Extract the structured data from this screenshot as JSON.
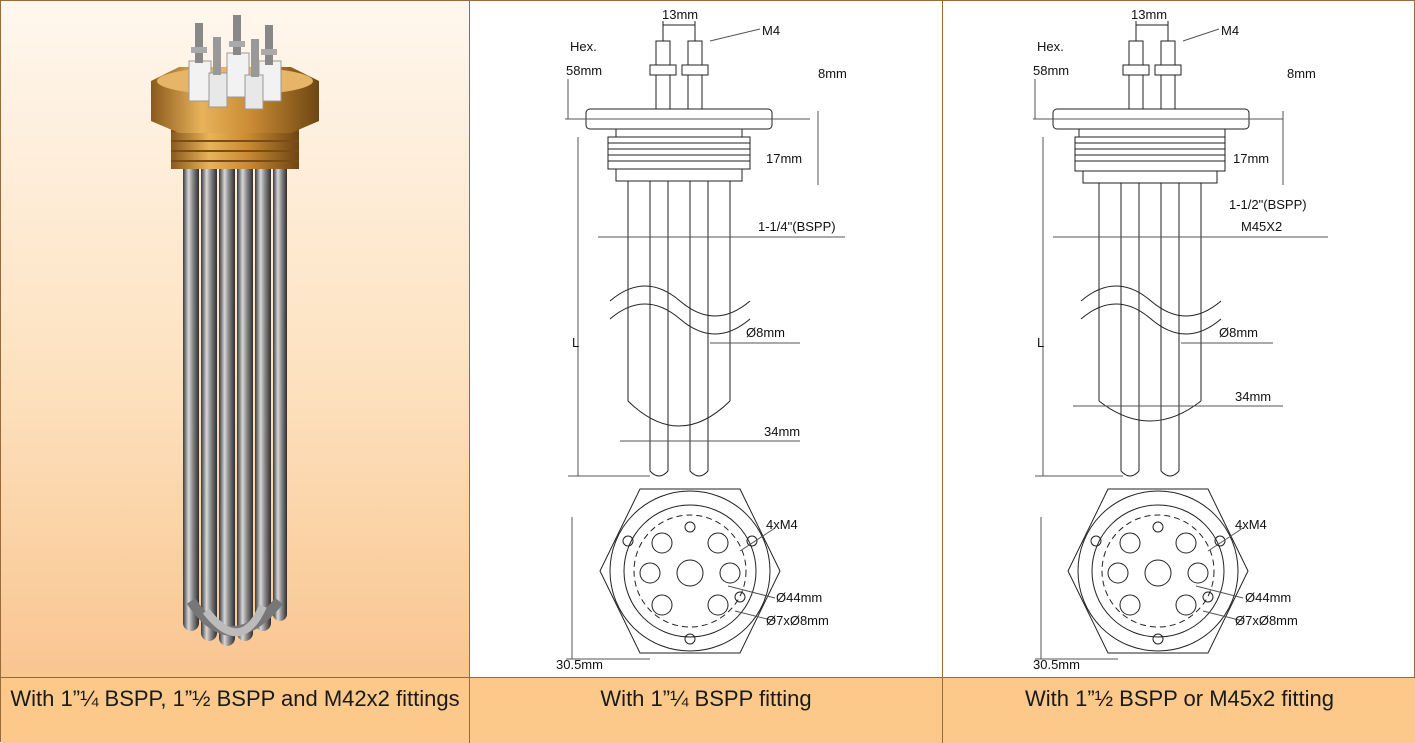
{
  "captions": {
    "photo": "With 1”¼ BSPP, 1”½ BSPP and M42x2 fittings",
    "left_drawing": "With 1”¼ BSPP fitting",
    "right_drawing": "With 1”½ BSPP or M45x2 fitting"
  },
  "left_drawing": {
    "pitch": "13mm",
    "thread": "M4",
    "hex_label": "Hex.",
    "hex_size": "58mm",
    "head_thickness": "8mm",
    "thread_length": "17mm",
    "fitting": "1-1/4\"(BSPP)",
    "fitting_alt": "",
    "length": "L",
    "tube_dia": "Ø8mm",
    "width": "34mm",
    "studs": "4xM4",
    "bolt_circle": "Ø44mm",
    "pins": "Ø7xØ8mm",
    "offset": "30.5mm"
  },
  "right_drawing": {
    "pitch": "13mm",
    "thread": "M4",
    "hex_label": "Hex.",
    "hex_size": "58mm",
    "head_thickness": "8mm",
    "thread_length": "17mm",
    "fitting": "1-1/2\"(BSPP)",
    "fitting_alt": "M45X2",
    "length": "L",
    "tube_dia": "Ø8mm",
    "width": "34mm",
    "studs": "4xM4",
    "bolt_circle": "Ø44mm",
    "pins": "Ø7xØ8mm",
    "offset": "30.5mm"
  }
}
